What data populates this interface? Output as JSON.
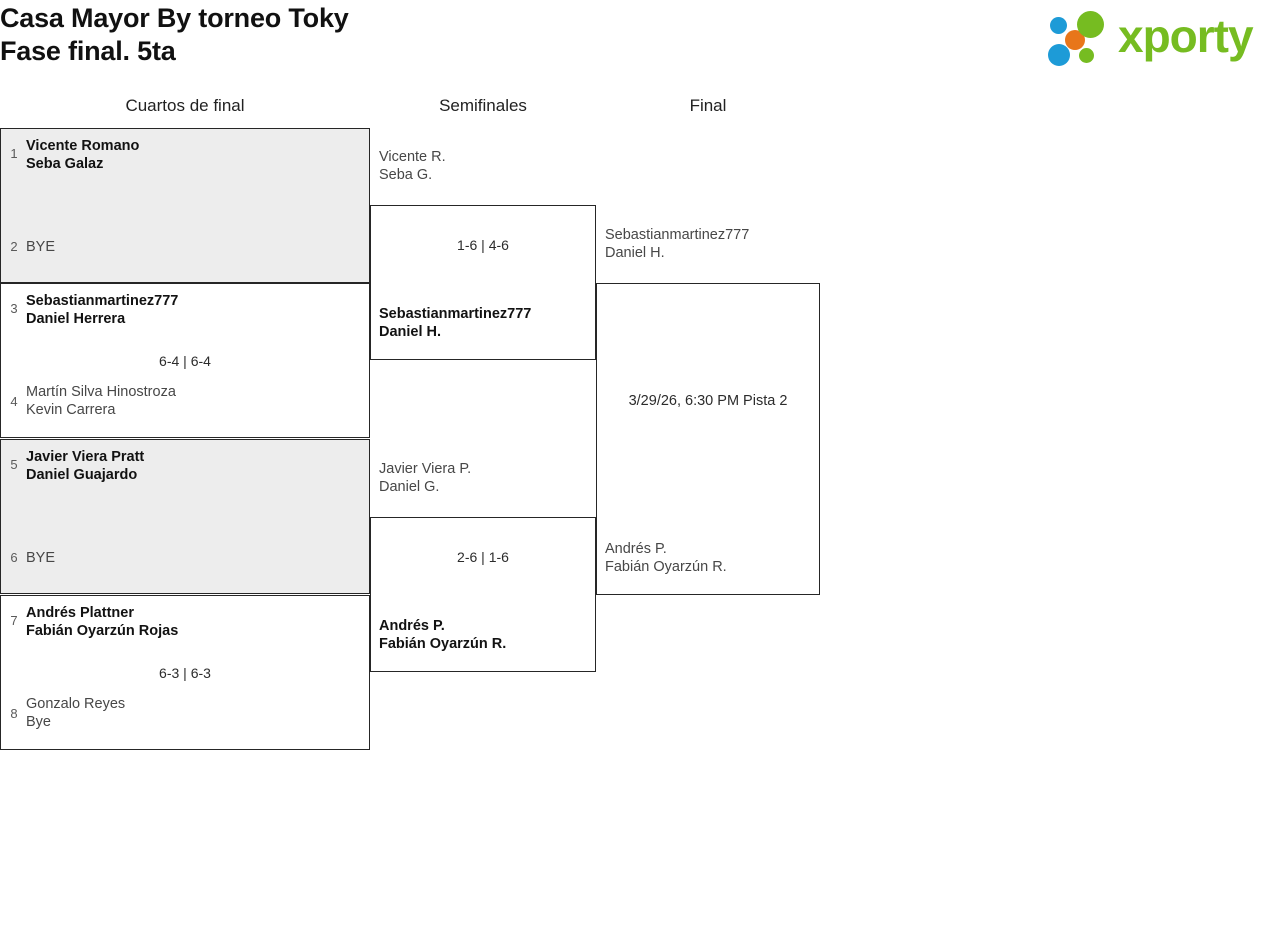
{
  "header": {
    "title": "Casa Mayor By torneo Toky\nFase final. 5ta",
    "logo": {
      "wordmark": "xporty",
      "dot_colors": [
        "#1d9bd7",
        "#e8761a",
        "#76bc21",
        "#1d9bd7",
        "#76bc21"
      ]
    }
  },
  "rounds": [
    {
      "label": "Cuartos de final"
    },
    {
      "label": "Semifinales"
    },
    {
      "label": "Final"
    }
  ],
  "quarterfinals": [
    {
      "top": {
        "seed": "1",
        "names": "Vicente Romano\nSeba Galaz",
        "winner": true
      },
      "bottom": {
        "seed": "2",
        "names": "BYE",
        "winner": false
      },
      "score": ""
    },
    {
      "top": {
        "seed": "3",
        "names": "Sebastianmartinez777\nDaniel Herrera",
        "winner": true
      },
      "bottom": {
        "seed": "4",
        "names": "Martín Silva Hinostroza\nKevin Carrera",
        "winner": false
      },
      "score": "6-4 | 6-4"
    },
    {
      "top": {
        "seed": "5",
        "names": "Javier Viera Pratt\nDaniel Guajardo",
        "winner": true
      },
      "bottom": {
        "seed": "6",
        "names": "BYE",
        "winner": false
      },
      "score": ""
    },
    {
      "top": {
        "seed": "7",
        "names": "Andrés Plattner\nFabián Oyarzún Rojas",
        "winner": true
      },
      "bottom": {
        "seed": "8",
        "names": "Gonzalo Reyes\nBye",
        "winner": false
      },
      "score": "6-3 | 6-3"
    }
  ],
  "semifinals": [
    {
      "top": {
        "names": "Vicente R.\nSeba G.",
        "winner": false
      },
      "bottom": {
        "names": "Sebastianmartinez777\nDaniel H.",
        "winner": true
      },
      "score": "1-6 | 4-6"
    },
    {
      "top": {
        "names": "Javier Viera P.\nDaniel G.",
        "winner": false
      },
      "bottom": {
        "names": "Andrés P.\nFabián Oyarzún R.",
        "winner": true
      },
      "score": "2-6 | 1-6"
    }
  ],
  "final": {
    "top": {
      "names": "Sebastianmartinez777\nDaniel H.",
      "winner": false
    },
    "bottom": {
      "names": "Andrés P.\nFabián Oyarzún R.",
      "winner": false
    },
    "schedule": "3/29/26, 6:30 PM Pista 2"
  }
}
